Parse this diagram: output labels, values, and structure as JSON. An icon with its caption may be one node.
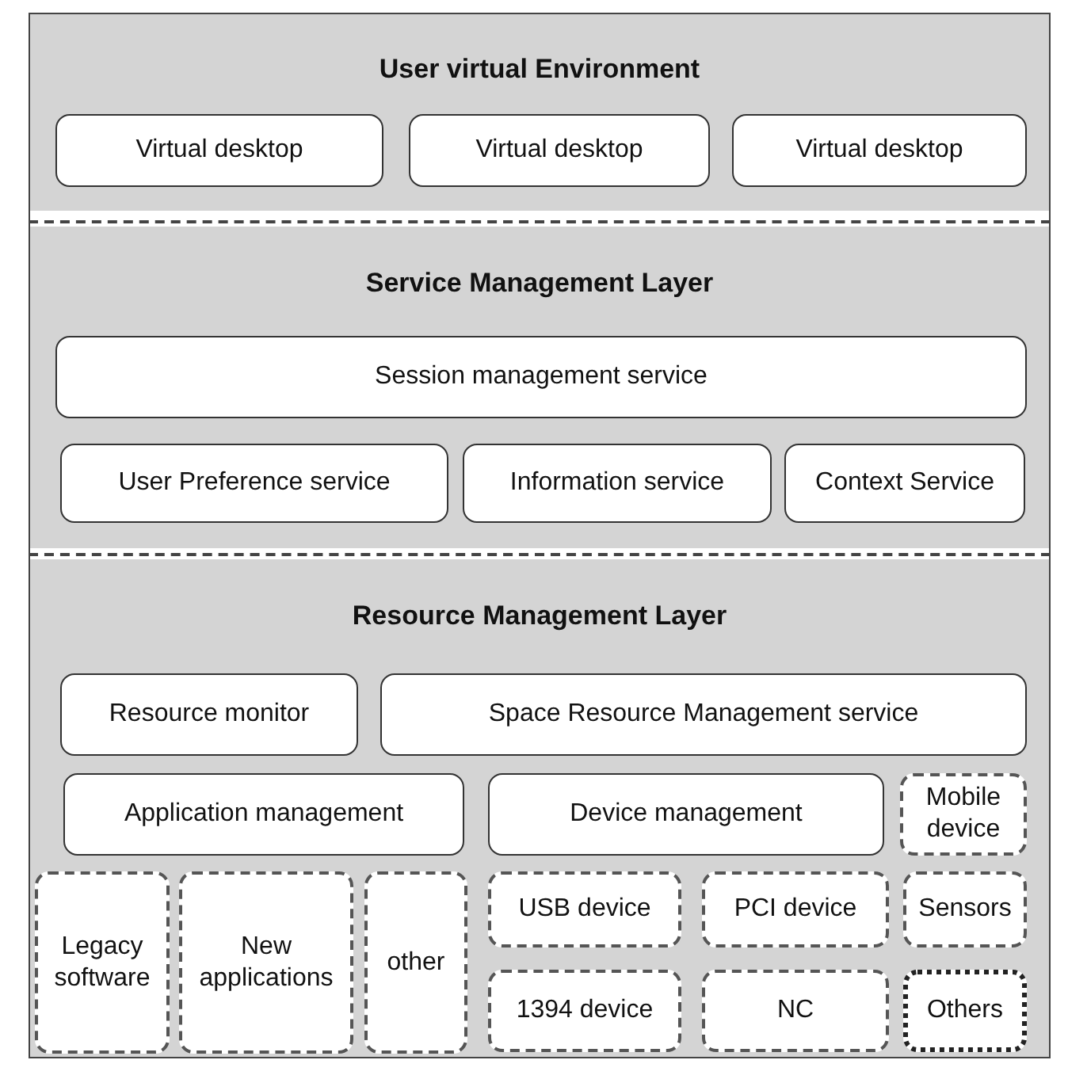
{
  "diagram": {
    "nodes": [
      {
        "text": [
          "User virtual Environment"
        ]
      },
      {
        "text": [
          "Virtual desktop"
        ],
        "in": 0
      },
      {
        "text": [
          "Virtual desktop"
        ],
        "in": 0
      },
      {
        "text": [
          "Virtual desktop"
        ],
        "in": 0
      },
      {
        "text": [
          "Service Management Layer"
        ]
      },
      {
        "text": [
          "Session management service"
        ],
        "in": 4
      },
      {
        "text": [
          "User Preference service"
        ],
        "in": 4
      },
      {
        "text": [
          "Information service"
        ],
        "in": 4
      },
      {
        "text": [
          "Context Service"
        ],
        "in": 4
      },
      {
        "text": [
          "Resource Management Layer"
        ]
      },
      {
        "text": [
          "Resource monitor"
        ],
        "in": 9
      },
      {
        "text": [
          "Space Resource Management service"
        ],
        "in": 9
      },
      {
        "text": [
          "Application management"
        ],
        "in": 9
      },
      {
        "text": [
          "Device management"
        ],
        "in": 9
      },
      {
        "text": [
          "Mobile device"
        ],
        "in": 9
      },
      {
        "text": [
          "Legacy software"
        ],
        "in": 9
      },
      {
        "text": [
          "New applications"
        ],
        "in": 9
      },
      {
        "text": [
          "other"
        ],
        "in": 9
      },
      {
        "text": [
          "USB device"
        ],
        "in": 9
      },
      {
        "text": [
          "PCI device"
        ],
        "in": 9
      },
      {
        "text": [
          "Sensors"
        ],
        "in": 9
      },
      {
        "text": [
          "1394 device"
        ],
        "in": 9
      },
      {
        "text": [
          "NC"
        ],
        "in": 9
      },
      {
        "text": [
          "Others"
        ],
        "in": 9
      }
    ]
  }
}
